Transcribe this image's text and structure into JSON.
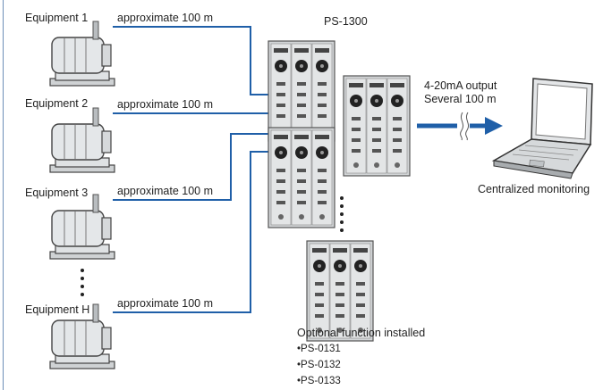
{
  "equipment": [
    {
      "name": "Equipment 1",
      "distance": "approximate 100 m"
    },
    {
      "name": "Equipment 2",
      "distance": "approximate 100 m"
    },
    {
      "name": "Equipment 3",
      "distance": "approximate 100 m"
    },
    {
      "name": "Equipment H",
      "distance": "approximate 100 m"
    }
  ],
  "device": {
    "name": "PS-1300"
  },
  "output": {
    "label": "4-20mA output",
    "distance": "Several 100 m"
  },
  "monitor": {
    "label": "Centralized monitoring"
  },
  "optional": {
    "heading": "Optional function installed",
    "items": [
      "•PS-0131",
      "•PS-0132",
      "•PS-0133"
    ]
  },
  "colors": {
    "cable": "#1f5fa8",
    "frame": "#6c8fb8"
  },
  "icons": [
    "motor-icon",
    "ps-1300-unit",
    "output-arrow-icon",
    "laptop-icon"
  ]
}
